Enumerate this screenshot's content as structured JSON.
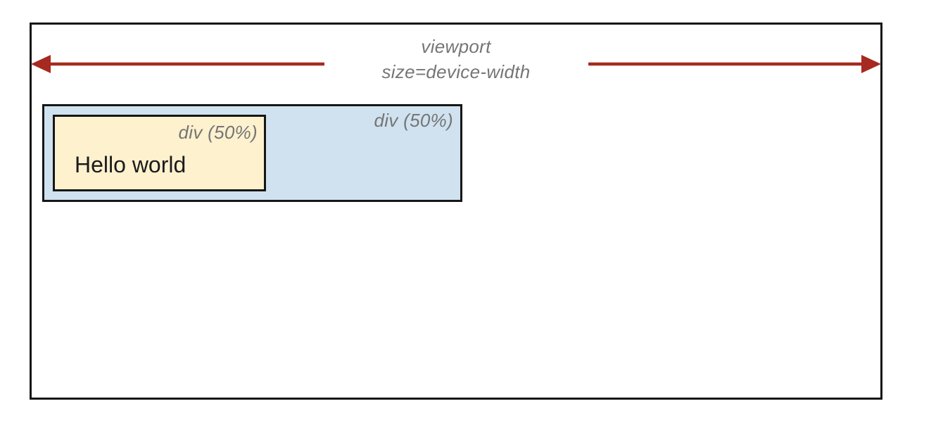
{
  "colors": {
    "background": "#ffffff",
    "viewport-border": "#161616",
    "box-border": "#161616",
    "outer-div-fill": "#d0e2ef",
    "inner-div-fill": "#fdf1ce",
    "label-text": "#757575",
    "content-text": "#1b1b1b",
    "arrow": "#a62a20"
  },
  "viewport": {
    "label_line1": "viewport",
    "label_line2": "size=device-width"
  },
  "outer_div": {
    "label": "div (50%)"
  },
  "inner_div": {
    "label": "div (50%)",
    "content": "Hello world"
  }
}
